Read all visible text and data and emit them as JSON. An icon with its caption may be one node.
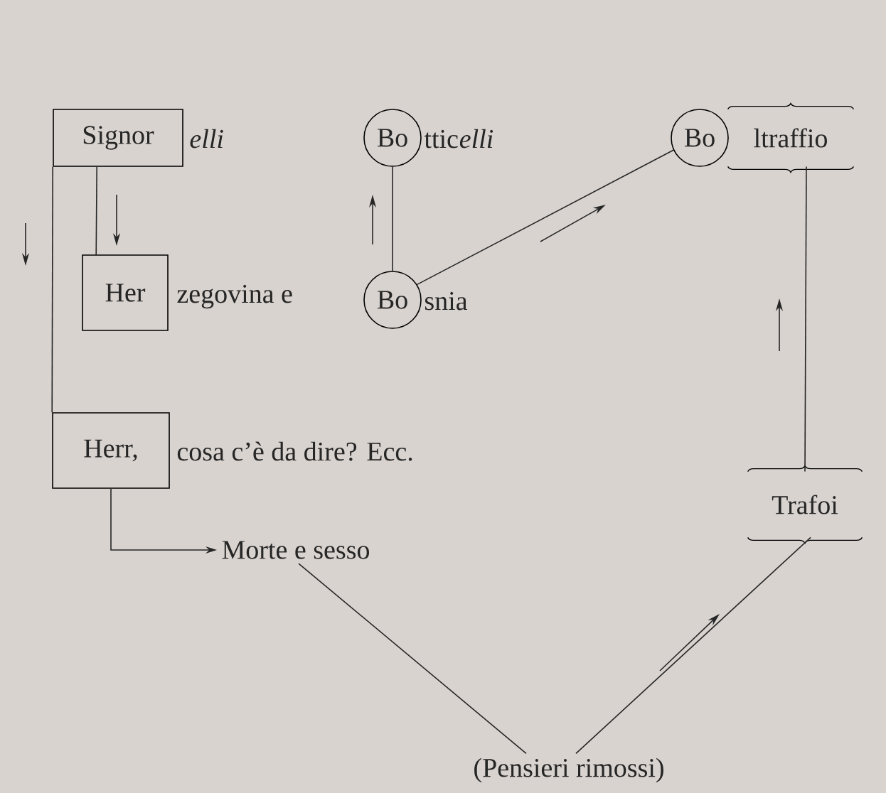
{
  "diagram": {
    "nodes": [
      {
        "text": [
          "Signor"
        ],
        "beside": [
          "elli"
        ]
      },
      {
        "text": [
          "Bo"
        ],
        "beside": [
          "ttic",
          "elli"
        ]
      },
      {
        "text": [
          "Bo"
        ]
      },
      {
        "text": [
          "ltraffio"
        ]
      },
      {
        "text": [
          "Her"
        ],
        "beside": [
          "zegovina e"
        ]
      },
      {
        "text": [
          "Bo"
        ],
        "beside": [
          "snia"
        ]
      },
      {
        "text": [
          "Herr,"
        ],
        "beside": [
          "cosa c’è da dire? Ecc."
        ]
      },
      {
        "text": [
          "Morte e sesso"
        ]
      },
      {
        "text": [
          "Trafoi"
        ]
      },
      {
        "text": [
          "(Pensieri rimossi)"
        ]
      }
    ],
    "edges": [
      {
        "from": 0,
        "to": 4,
        "arrow": "none"
      },
      {
        "from": 0,
        "to": 6,
        "arrow": "none"
      },
      {
        "from": 5,
        "to": 1,
        "arrow": "none"
      },
      {
        "from": 5,
        "to": 2,
        "arrow": "none"
      },
      {
        "from": 3,
        "to": 8,
        "arrow": "none"
      },
      {
        "from": 6,
        "to": 7,
        "arrow": "to"
      },
      {
        "from": 7,
        "to": 9,
        "arrow": "none"
      },
      {
        "from": 9,
        "to": 8,
        "arrow": "none"
      }
    ]
  }
}
